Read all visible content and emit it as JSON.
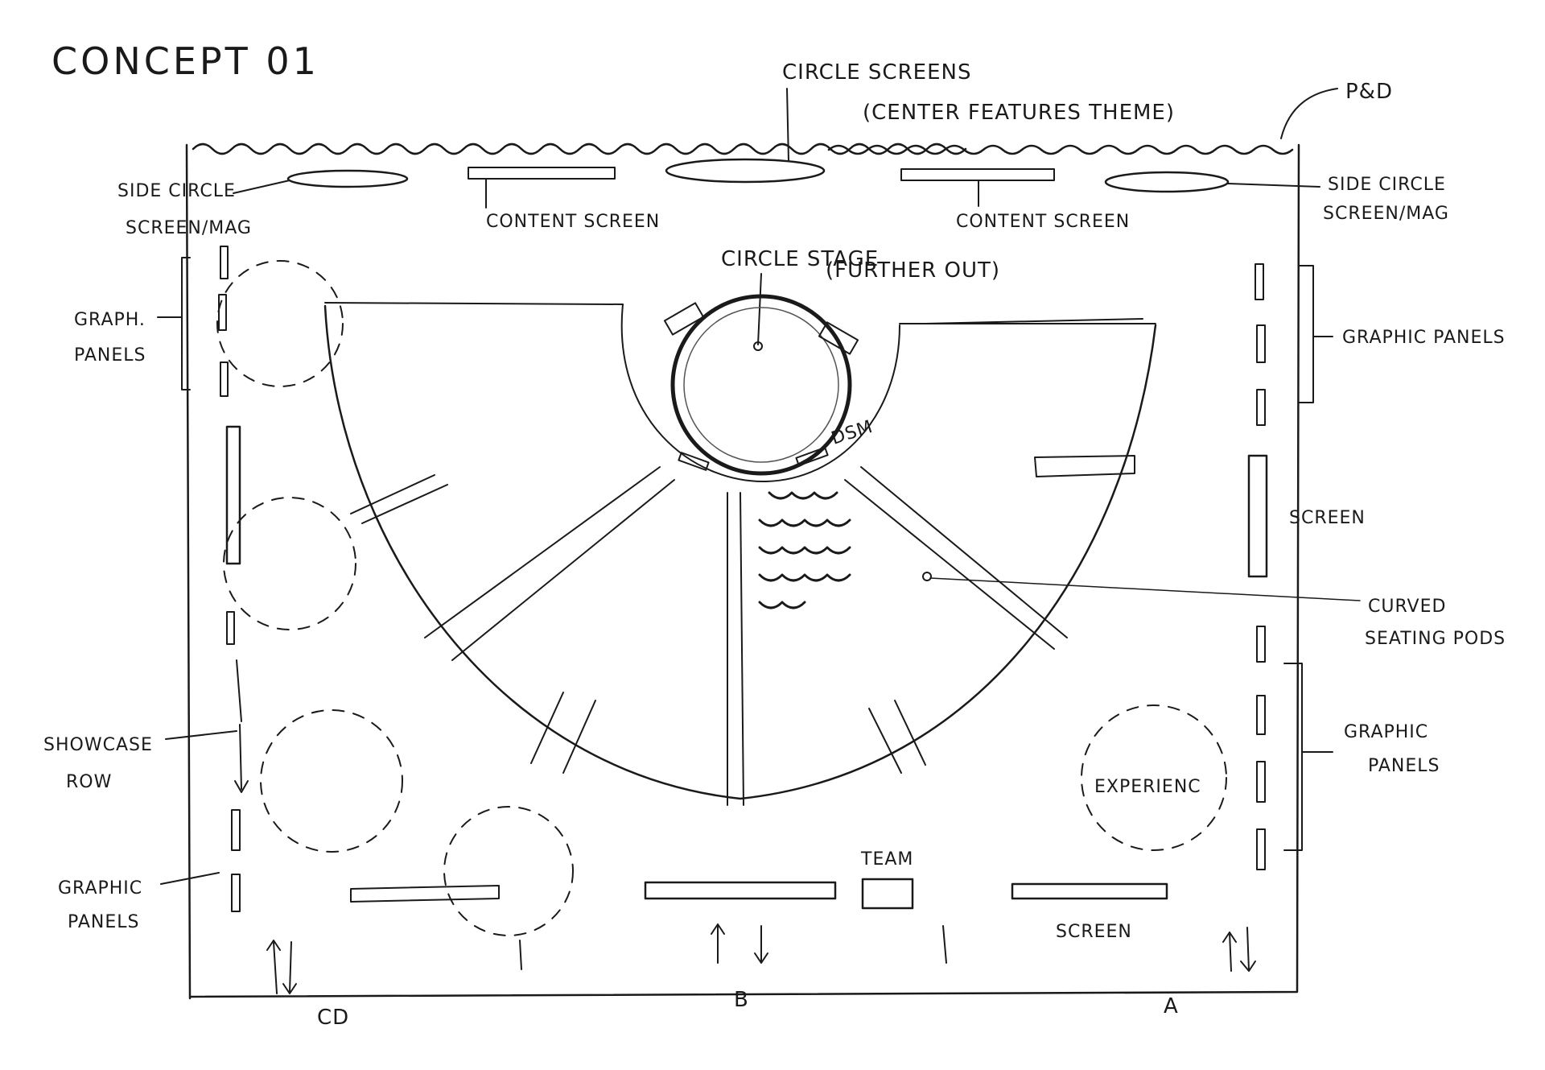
{
  "title": "CONCEPT 01",
  "labels": {
    "circle_screens": "CIRCLE SCREENS",
    "center_features_theme": "(CENTER FEATURES THEME)",
    "psd": "P&D",
    "side_circle_left_1": "SIDE CIRCLE",
    "side_circle_left_2": "SCREEN/MAG",
    "side_circle_right_1": "SIDE CIRCLE",
    "side_circle_right_2": "SCREEN/MAG",
    "content_screen_left": "CONTENT SCREEN",
    "content_screen_right": "CONTENT SCREEN",
    "circle_stage_1": "CIRCLE STAGE",
    "circle_stage_2": "(FURTHER OUT)",
    "graph_panels_1": "GRAPH.",
    "graph_panels_2": "PANELS",
    "graphic_panels_right_top_1": "GRAPHIC PANELS",
    "dsm": "DSM",
    "screen_right": "SCREEN",
    "curved_seating_1": "CURVED",
    "curved_seating_2": "SEATING PODS",
    "showcase_row_1": "SHOWCASE",
    "showcase_row_2": "ROW",
    "graphic_panels_right_bottom_1": "GRAPHIC",
    "graphic_panels_right_bottom_2": "PANELS",
    "experience": "EXPERIENC",
    "graphic_panels_left_bottom_1": "GRAPHIC",
    "graphic_panels_left_bottom_2": "PANELS",
    "team": "TEAM",
    "screen_bottom": "SCREEN",
    "entrance_cd": "CD",
    "entrance_b": "B",
    "entrance_a": "A"
  }
}
